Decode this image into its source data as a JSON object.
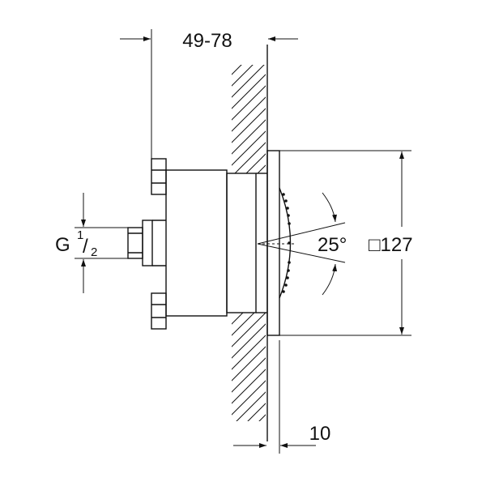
{
  "dimensions": {
    "depth_range": "49-78",
    "wall_offset": "10",
    "plate_size": "□127",
    "spray_angle": "25°",
    "thread_prefix": "G",
    "thread_numerator": "1",
    "thread_slash": "/",
    "thread_denominator": "2"
  },
  "colors": {
    "line": "#111111",
    "background": "#ffffff"
  }
}
